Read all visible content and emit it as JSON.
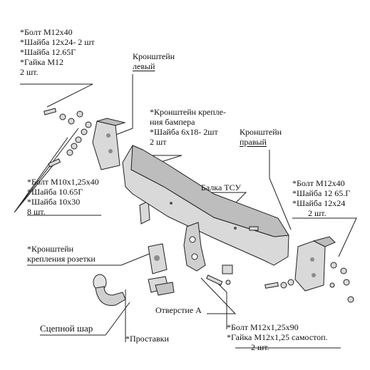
{
  "colors": {
    "ink": "#111111",
    "part_fill": "#d9d9d9",
    "part_dark": "#8c8c8c",
    "line": "#222222"
  },
  "labels": {
    "top_left_hardware": {
      "lines": [
        "*Болт М12х40",
        "*Шайба 12х24- 2 шт",
        "*Шайба 12.65Г",
        "*Гайка М12",
        "2 шт."
      ]
    },
    "bracket_left": {
      "lines": [
        "Кронштейн",
        "левый"
      ]
    },
    "bumper_bracket": {
      "lines": [
        "*Кронштейн  крепле-",
        "ния бампера",
        "*Шайба 6х18- 2шт",
        "2 шт"
      ]
    },
    "bracket_right": {
      "lines": [
        "Кронштейн",
        "правый"
      ]
    },
    "beam": {
      "text": "Балка ТСУ"
    },
    "mid_left_hardware": {
      "lines": [
        "*Болт М10х1,25х40",
        "*Шайба 10.65Г",
        "*Шайба 10х30",
        "8 шт."
      ]
    },
    "right_hardware": {
      "lines": [
        "*Болт М12х40",
        "*Шайба 12 65.Г",
        "*Шайба 12х24",
        "2 шт."
      ]
    },
    "socket_bracket": {
      "lines": [
        "*Кронштейн",
        "крепления розетки"
      ]
    },
    "hole_a": {
      "text": "Отверстие А"
    },
    "tow_ball": {
      "text": "Сцепной шар"
    },
    "spacers": {
      "text": "*Проставки"
    },
    "bottom_hardware": {
      "lines": [
        "*Болт М12х1,25х90",
        "*Гайка М12х1,25 самостоп.",
        "2 шт."
      ]
    }
  }
}
